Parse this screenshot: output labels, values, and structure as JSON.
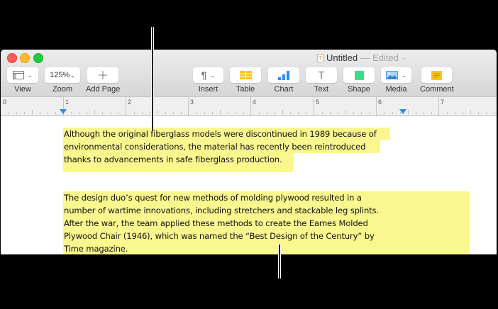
{
  "window": {
    "title": "Untitled",
    "separator": "—",
    "status": "Edited",
    "title_chevron": "chevron-down"
  },
  "toolbar": {
    "view": {
      "label": "View",
      "icon": "sidebar-view-icon"
    },
    "zoom": {
      "label": "Zoom",
      "value": "125%"
    },
    "add_page": {
      "label": "Add Page",
      "icon": "plus-icon"
    },
    "insert": {
      "label": "Insert",
      "icon": "pilcrow-icon",
      "glyph": "¶"
    },
    "table": {
      "label": "Table",
      "icon": "table-icon",
      "color": "#f8c51c"
    },
    "chart": {
      "label": "Chart",
      "icon": "bar-chart-icon",
      "color": "#2f8cf0"
    },
    "text": {
      "label": "Text",
      "icon": "text-icon",
      "glyph": "T"
    },
    "shape": {
      "label": "Shape",
      "icon": "shape-icon",
      "color": "#3ddb8c"
    },
    "media": {
      "label": "Media",
      "icon": "image-icon",
      "color": "#4a9cf2"
    },
    "comment": {
      "label": "Comment",
      "icon": "comment-icon",
      "color": "#f8c51c"
    }
  },
  "ruler": {
    "numbers": [
      "0",
      "1",
      "2",
      "3",
      "4",
      "5",
      "6",
      "7"
    ],
    "left_indent_marker": 1,
    "right_indent_marker": 6.25
  },
  "document": {
    "highlight_color": "#faf78f",
    "paragraph_1": {
      "lines": [
        "Although the original fiberglass models were discontinued in 1989 because of",
        "environmental considerations, the material has recently been reintroduced",
        "thanks to advancements in safe fiberglass production."
      ]
    },
    "paragraph_2": {
      "lines": [
        "The design duo’s quest for new methods of molding plywood resulted in a",
        "number of wartime innovations, including stretchers and stackable leg splints.",
        "After the war, the team applied these methods to create the Eames Molded",
        "Plywood Chair (1946), which was named the “Best Design of the Century” by",
        "Time magazine."
      ]
    }
  }
}
